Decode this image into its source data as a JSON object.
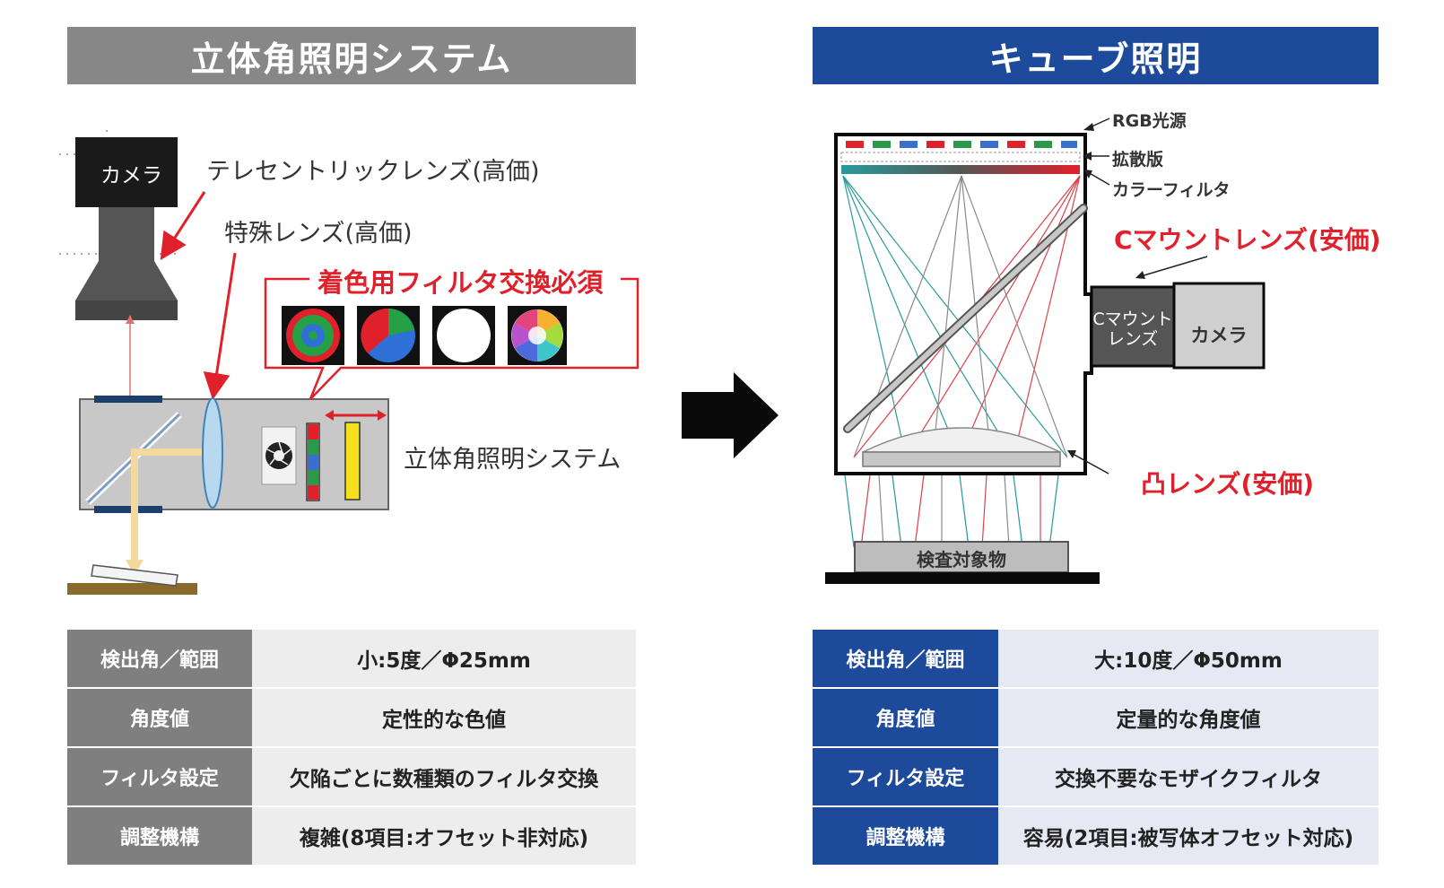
{
  "left": {
    "title": "立体角照明システム",
    "camera_label": "カメラ",
    "telecentric_lens_label": "テレセントリックレンズ(高価)",
    "special_lens_label": "特殊レンズ(高価)",
    "filter_note": "着色用フィルタ交換必須",
    "system_label": "立体角照明システム"
  },
  "right": {
    "title": "キューブ照明",
    "rgb_light_label": "RGB光源",
    "diffuser_label": "拡散版",
    "color_filter_label": "カラーフィルタ",
    "c_mount_lens_label": "Cマウントレンズ(安価)",
    "c_mount_box_line1": "Cマウント",
    "c_mount_box_line2": "レンズ",
    "camera_label": "カメラ",
    "convex_lens_label": "凸レンズ(安価)",
    "object_label": "検査対象物"
  },
  "left_table": [
    {
      "key": "検出角／範囲",
      "value": "小:5度／Φ25mm"
    },
    {
      "key": "角度値",
      "value": "定性的な色値"
    },
    {
      "key": "フィルタ設定",
      "value": "欠陥ごとに数種類のフィルタ交換"
    },
    {
      "key": "調整機構",
      "value": "複雑(8項目:オフセット非対応)"
    }
  ],
  "right_table": [
    {
      "key": "検出角／範囲",
      "value": "大:10度／Φ50mm"
    },
    {
      "key": "角度値",
      "value": "定量的な角度値"
    },
    {
      "key": "フィルタ設定",
      "value": "交換不要なモザイクフィルタ"
    },
    {
      "key": "調整機構",
      "value": "容易(2項目:被写体オフセット対応)"
    }
  ],
  "colors": {
    "left_header": "#878787",
    "right_header": "#1e4a9b",
    "highlight_red": "#e0202a",
    "ray_red": "#e0404a",
    "ray_teal": "#2a9a9a"
  }
}
